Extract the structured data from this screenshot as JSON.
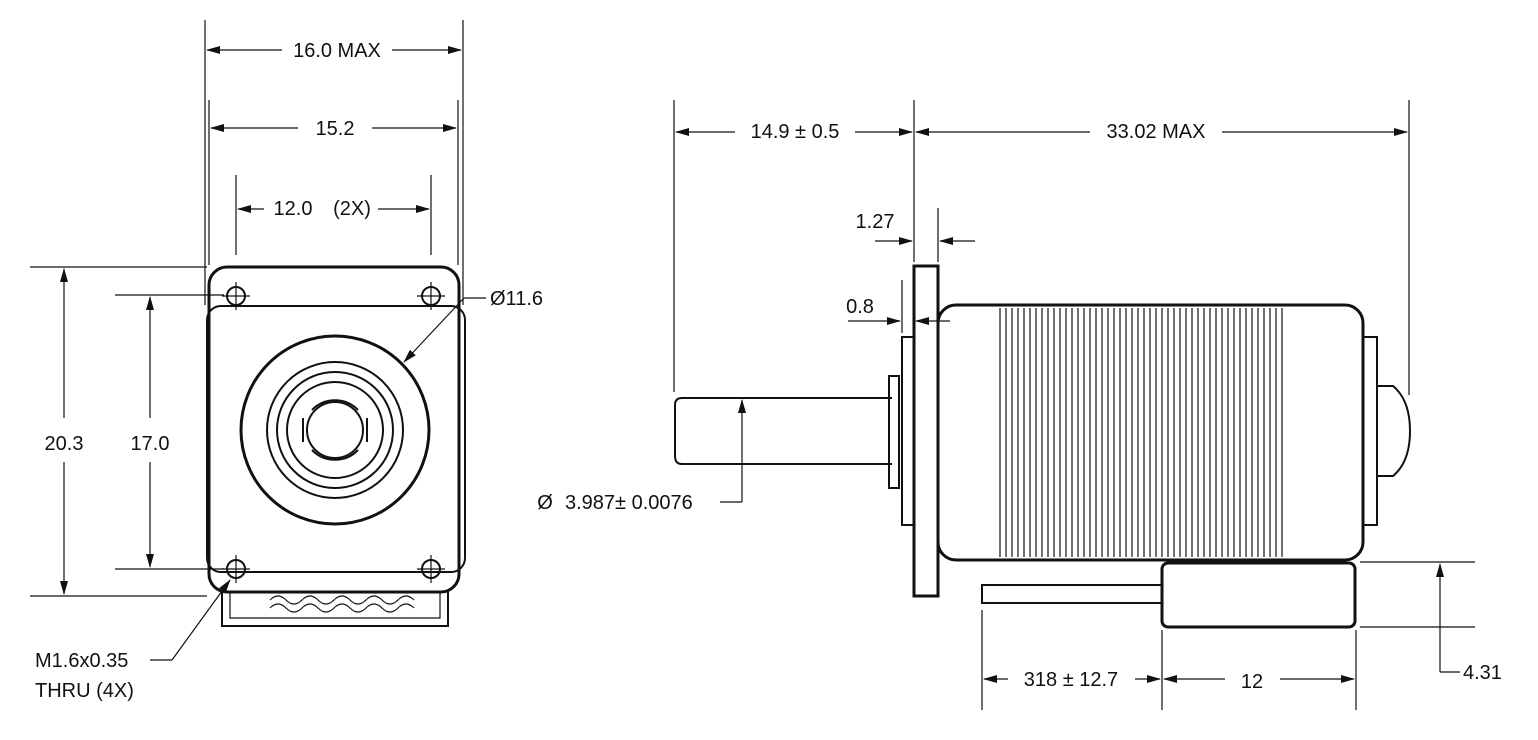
{
  "front_view": {
    "overall_width": "16.0 MAX",
    "flange_width": "15.2",
    "hole_spacing_horizontal": "12.0",
    "hole_spacing_horizontal_qty": "(2X)",
    "overall_height": "20.3",
    "hole_spacing_vertical": "17.0",
    "boss_diameter": "Ø11.6",
    "thread_callout_line1": "M1.6x0.35",
    "thread_callout_line2": "THRU (4X)"
  },
  "side_view": {
    "shaft_length": "14.9 ± 0.5",
    "body_length": "33.02 MAX",
    "flange_thickness": "1.27",
    "pilot_thickness": "0.8",
    "shaft_diameter_symbol": "Ø",
    "shaft_diameter": "3.987± 0.0076",
    "lead_length": "318 ± 12.7",
    "connector_length": "12",
    "connector_height": "4.31"
  },
  "colors": {
    "line": "#111111",
    "background": "#ffffff"
  }
}
